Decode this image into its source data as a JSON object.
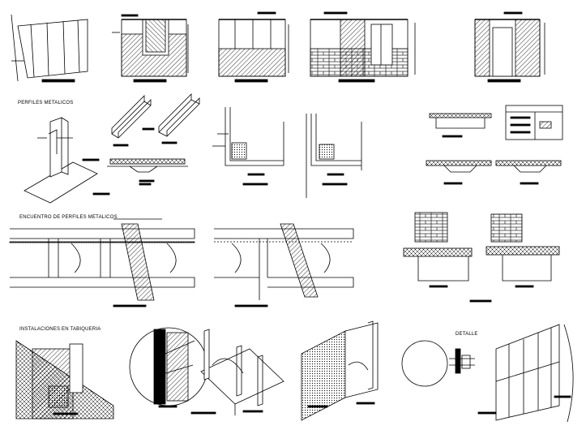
{
  "sections": {
    "perfiles": "PERFILES METALICOS",
    "encuentro": "ENCUENTRO DE PERFILES METALICOS",
    "instalaciones": "INSTALACIONES EN TABIQUERIA",
    "detalle": "DETALLE"
  },
  "colors": {
    "ink": "#000000",
    "paper": "#ffffff"
  }
}
